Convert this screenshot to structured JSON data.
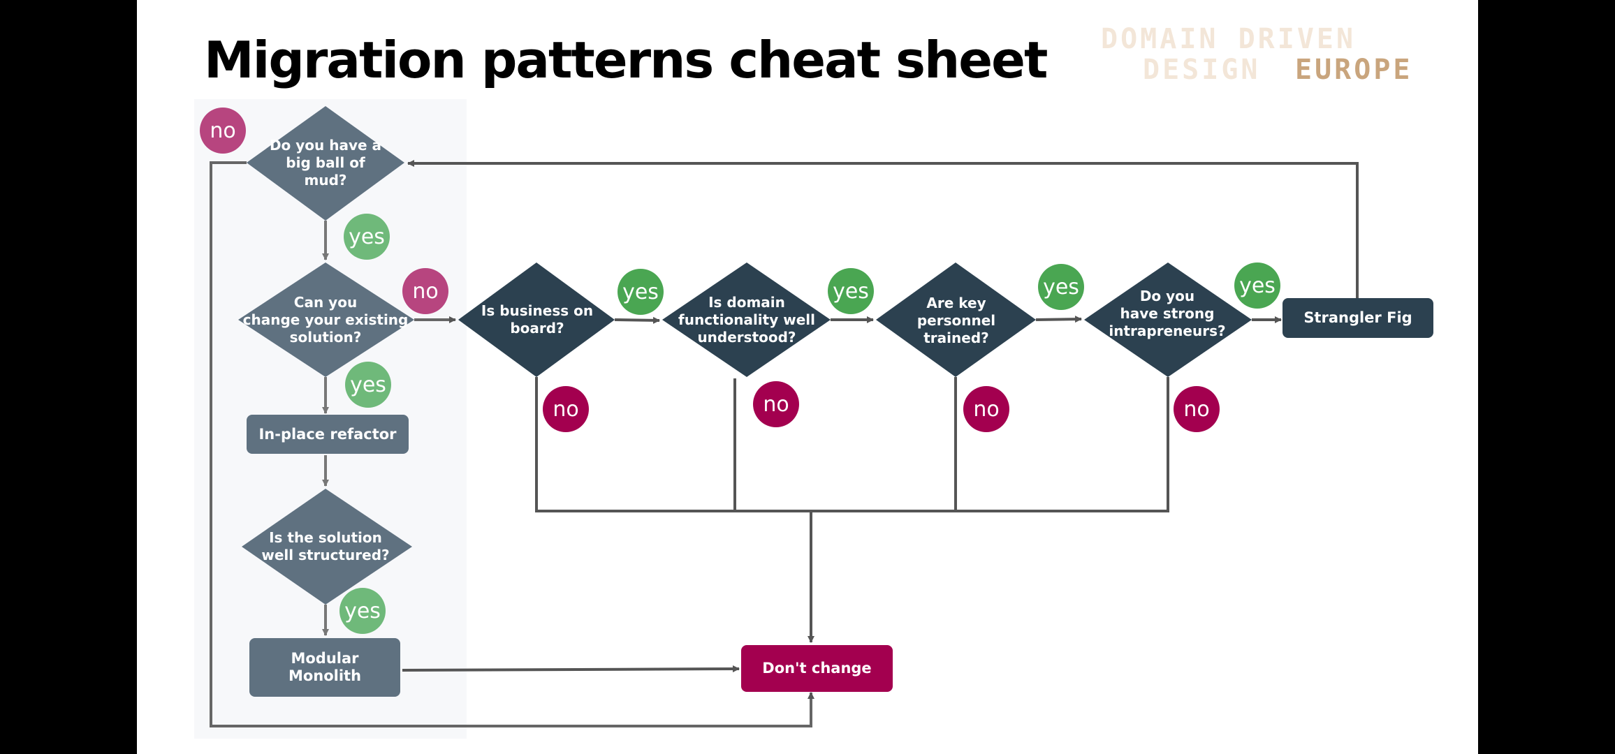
{
  "title": "Migration patterns cheat sheet",
  "logo": {
    "line1": "DOMAIN DRIVEN",
    "line2a": "DESIGN",
    "line2b": "EUROPE"
  },
  "colors": {
    "dark_node": "#2c4150",
    "faded_node": "#5f7180",
    "yes": "#4aa652",
    "no": "#a3004f",
    "connector": "#555555"
  },
  "nodes": {
    "big_ball": "Do you have a\nbig ball of\nmud?",
    "change_existing": "Can you\nchange your existing\nsolution?",
    "in_place": "In-place refactor",
    "well_structured": "Is the solution\nwell structured?",
    "modular_monolith": "Modular\nMonolith",
    "business_on_board": "Is business on\nboard?",
    "domain_understood": "Is domain\nfunctionality well\nunderstood?",
    "personnel_trained": "Are key\npersonnel\ntrained?",
    "intrapreneurs": "Do you\nhave strong\nintrapreneurs?",
    "strangler_fig": "Strangler Fig",
    "dont_change": "Don't change"
  },
  "labels": {
    "yes": "yes",
    "no": "no"
  }
}
